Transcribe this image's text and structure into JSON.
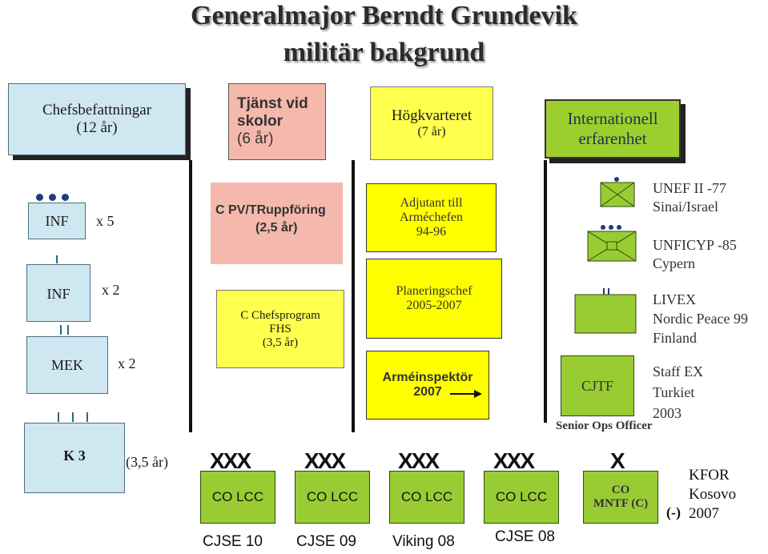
{
  "title": {
    "line1": "Generalmajor Berndt Grundevik",
    "line2": "militär bakgrund"
  },
  "headers": {
    "chef": {
      "line1": "Chefsbefattningar",
      "line2": "(12 år)"
    },
    "skolor": {
      "line1": "Tjänst vid",
      "line2": "skolor",
      "line3": "(6 år)"
    },
    "hkv": {
      "line1": "Högkvarteret",
      "line2": "(7 år)"
    },
    "intl": {
      "line1": "Internationell",
      "line2": "erfarenhet"
    }
  },
  "units": {
    "inf1": {
      "label": "INF",
      "mult": "x 5"
    },
    "inf2": {
      "label": "INF",
      "mult": "x 2"
    },
    "mek": {
      "label": "MEK",
      "mult": "x 2"
    },
    "k3": {
      "label": "K 3",
      "note": "(3,5 år)"
    }
  },
  "schools": {
    "c_pv": {
      "line1": "C PV/TRuppföring",
      "line2": "(2,5 år)"
    },
    "c_chef": {
      "line1": "C Chefsprogram",
      "line2": "FHS",
      "line3": "(3,5 år)"
    }
  },
  "hq": {
    "adj": {
      "line1": "Adjutant till",
      "line2": "Arméchefen",
      "line3": "94-96"
    },
    "plan": {
      "line1": "Planeringschef",
      "line2": "2005-2007"
    },
    "arme": {
      "line1": "Arméinspektör",
      "line2": "2007"
    }
  },
  "international": [
    {
      "line1": "UNEF II -77",
      "line2": "Sinai/Israel",
      "line3": ""
    },
    {
      "line1": "UNFICYP -85",
      "line2": "Cypern",
      "line3": ""
    },
    {
      "line1": "LIVEX",
      "line2": "Nordic Peace 99",
      "line3": "Finland"
    },
    {
      "line1": "Staff EX",
      "line2": "Turkiet",
      "line3": "2003"
    }
  ],
  "cjtf": {
    "label": "CJTF",
    "role": "Senior Ops Officer"
  },
  "lcc": {
    "marker": "XXX",
    "boxes": [
      {
        "label": "CO LCC",
        "caption": "CJSE 10"
      },
      {
        "label": "CO LCC",
        "caption": "CJSE 09"
      },
      {
        "label": "CO LCC",
        "caption": "Viking 08"
      },
      {
        "label": "CO LCC",
        "caption": "CJSE 08"
      }
    ]
  },
  "mntf": {
    "marker": "X",
    "line1": "CO",
    "line2": "MNTF (C)",
    "minus": "(-)"
  },
  "kfor": {
    "line1": "KFOR",
    "line2": "Kosovo",
    "line3": "2007"
  },
  "colors": {
    "blue": "#cfe7f1",
    "pink": "#f4b9ac",
    "yellow": "#ffff00",
    "green": "#99cc33"
  }
}
